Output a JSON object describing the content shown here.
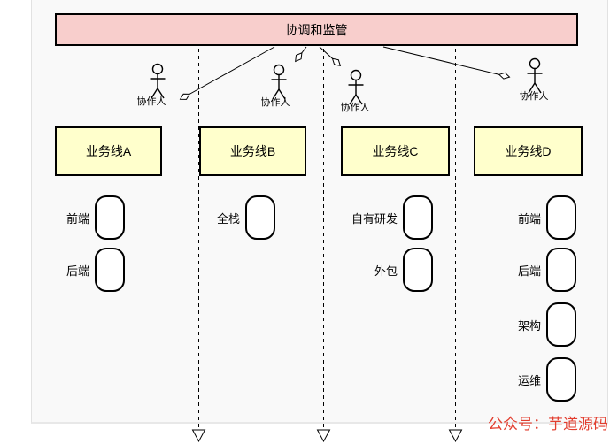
{
  "coordinator": {
    "label": "协调和监管",
    "fill": "#f8cecc",
    "border_color": "#000000"
  },
  "actors": [
    {
      "label": "协作人"
    },
    {
      "label": "协作人"
    },
    {
      "label": "协作人"
    },
    {
      "label": "协作人"
    }
  ],
  "lanes": [
    {
      "label": "业务线A",
      "fill": "#ffffcc",
      "roles": [
        {
          "label": "前端"
        },
        {
          "label": "后端"
        }
      ]
    },
    {
      "label": "业务线B",
      "fill": "#ffffcc",
      "roles": [
        {
          "label": "全栈"
        }
      ]
    },
    {
      "label": "业务线C",
      "fill": "#ffffcc",
      "roles": [
        {
          "label": "自有研发"
        },
        {
          "label": "外包"
        }
      ]
    },
    {
      "label": "业务线D",
      "fill": "#ffffcc",
      "roles": [
        {
          "label": "前端"
        },
        {
          "label": "后端"
        },
        {
          "label": "架构"
        },
        {
          "label": "运维"
        }
      ]
    }
  ],
  "watermark": {
    "text": "公众号：芋道源码",
    "color": "#e23d2e"
  },
  "colors": {
    "line": "#000000",
    "canvas_background": "#f9f9f9",
    "canvas_border": "#e8e8e8",
    "role_shape_fill": "#ffffff"
  }
}
